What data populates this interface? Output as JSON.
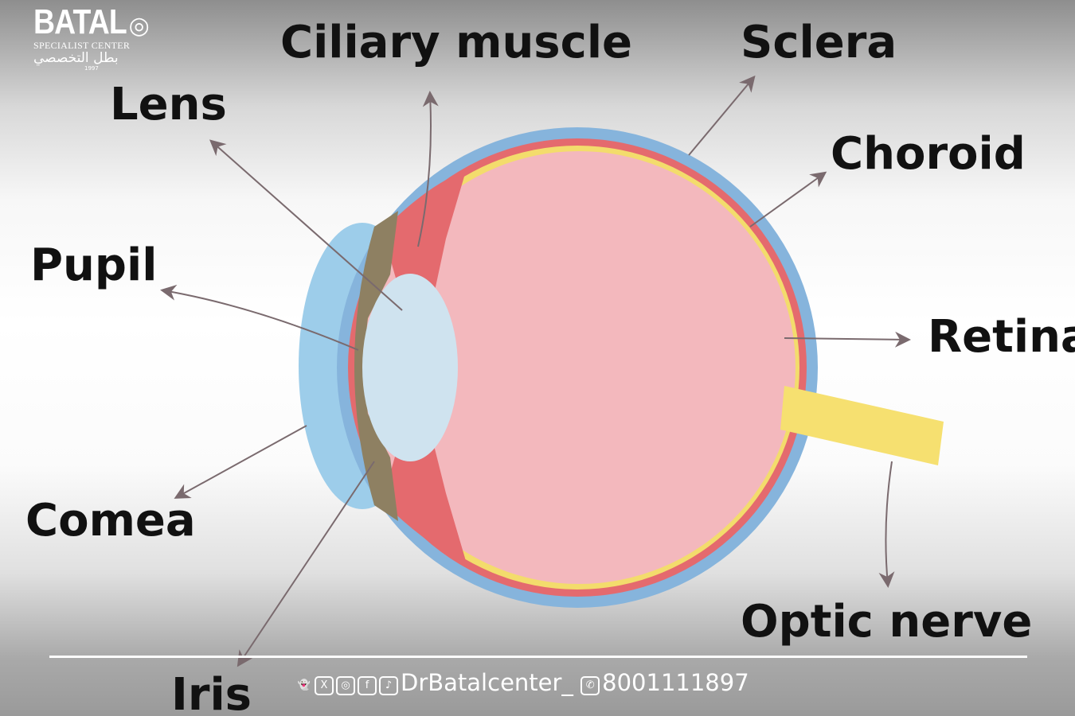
{
  "labels": {
    "lens": "Lens",
    "ciliary": "Ciliary muscle",
    "sclera": "Sclera",
    "choroid": "Choroid",
    "pupil": "Pupil",
    "retina": "Retina",
    "cornea": "Comea",
    "iris": "Iris",
    "optic": "Optic nerve"
  },
  "logo": {
    "brand": "BATAL",
    "subtitle": "SPECIALIST CENTER",
    "arabic": "بطل التخصصي",
    "year": "1997"
  },
  "footer": {
    "handle": "DrBatalcenter_",
    "phone": "8001111897",
    "icons": [
      "snapchat-icon",
      "x-icon",
      "instagram-icon",
      "facebook-icon",
      "tiktok-icon",
      "phone-icon"
    ]
  },
  "colors": {
    "sclera": "#86b4dc",
    "choroid": "#e46a6e",
    "retina": "#f3dc6c",
    "vitreous": "#f3b8bd",
    "lens": "#cfe3ef",
    "iris": "#8e8062"
  }
}
